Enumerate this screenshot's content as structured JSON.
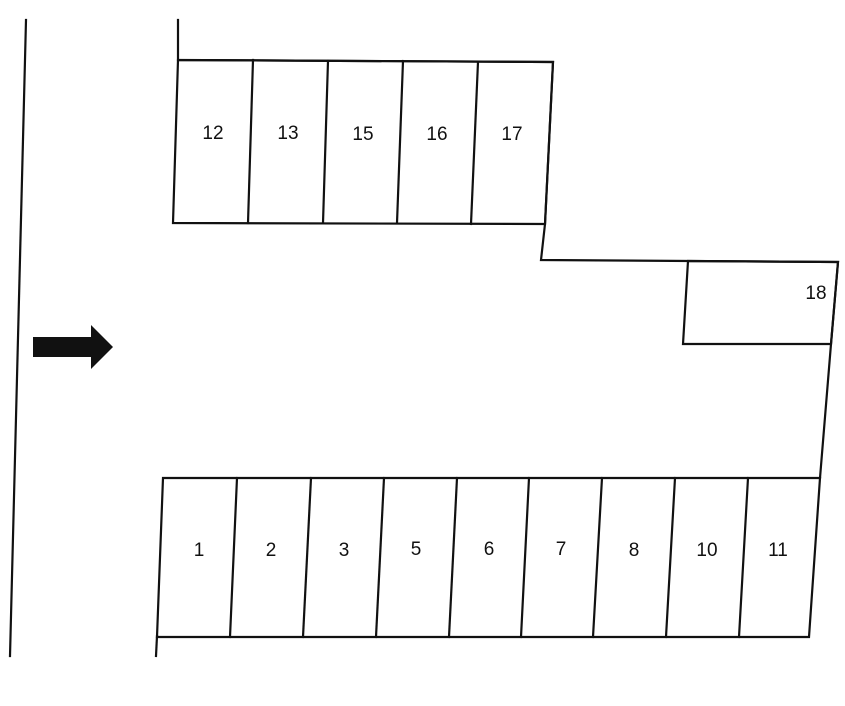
{
  "diagram": {
    "type": "parking-lot-layout",
    "direction_indicator": "arrow-right-icon",
    "colors": {
      "line": "#111111",
      "background": "#ffffff"
    },
    "top_row": {
      "spaces": [
        "12",
        "13",
        "15",
        "16",
        "17"
      ]
    },
    "side_space": {
      "spaces": [
        "18"
      ]
    },
    "bottom_row": {
      "spaces": [
        "1",
        "2",
        "3",
        "5",
        "6",
        "7",
        "8",
        "10",
        "11"
      ]
    }
  }
}
